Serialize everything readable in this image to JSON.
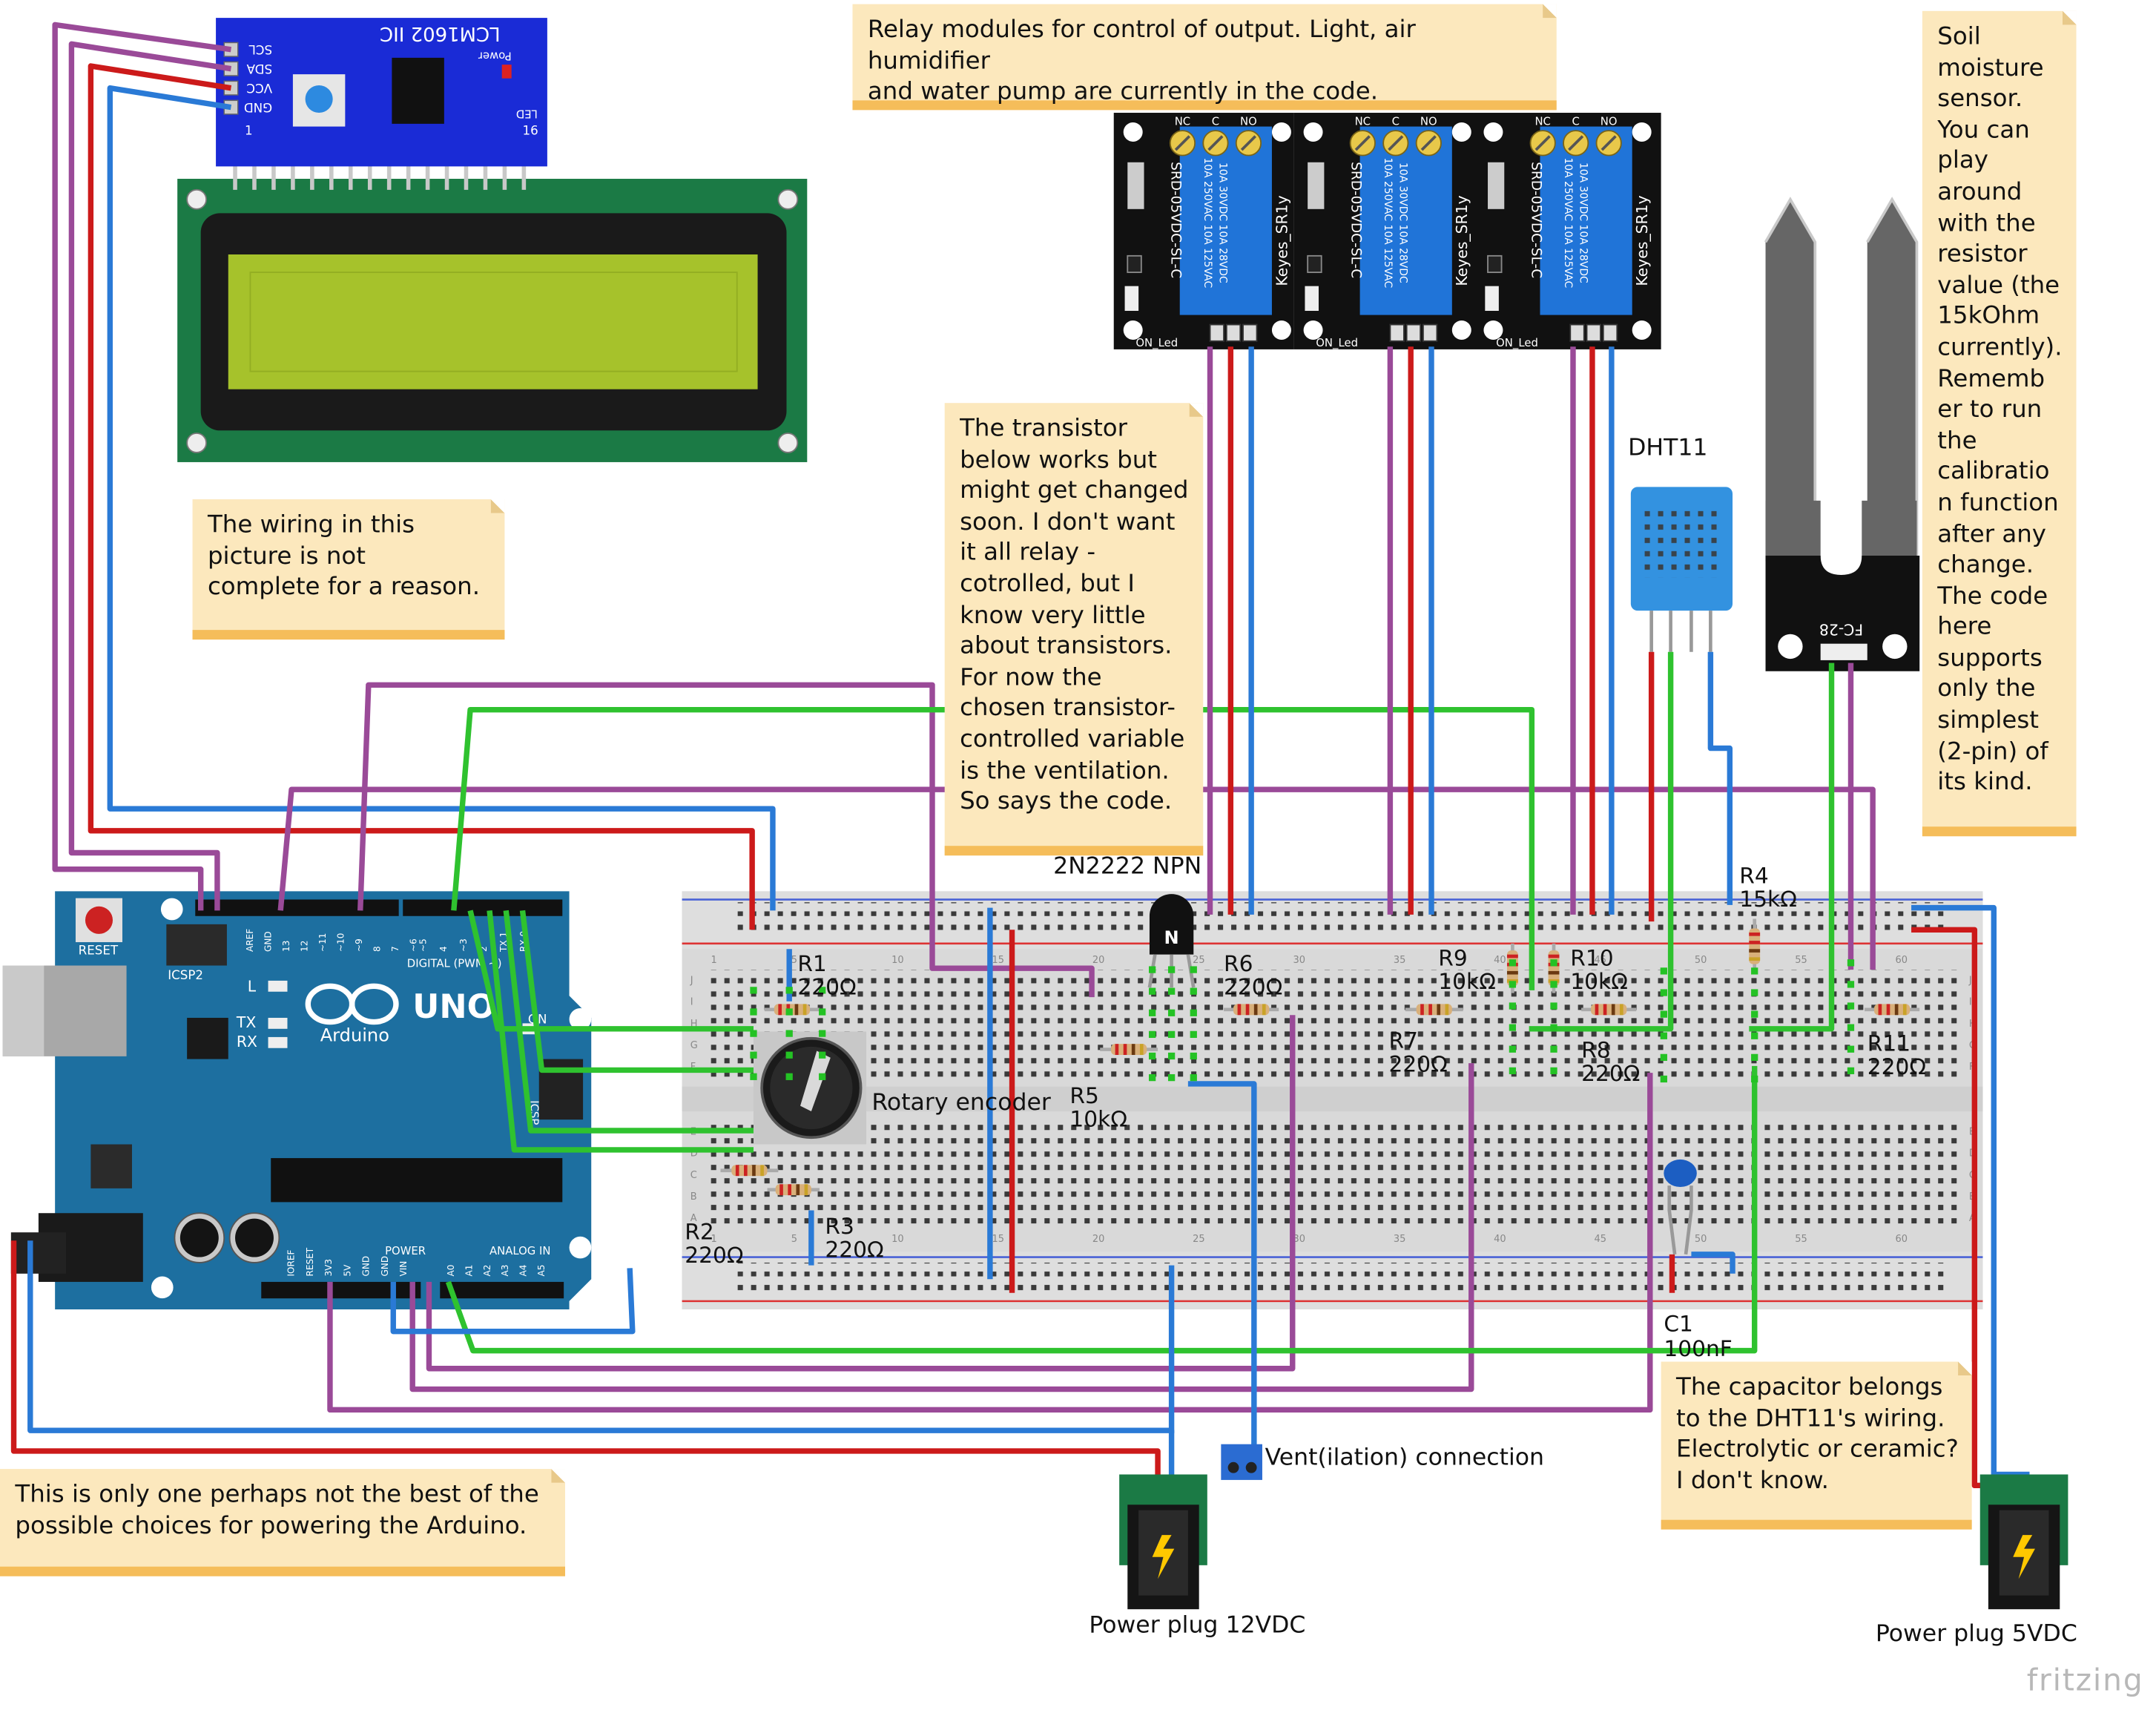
{
  "lcd_module": {
    "model": "LCM1602 IIC",
    "pins": [
      "SCL",
      "SDA",
      "VCC",
      "GND"
    ],
    "power_label": "Power",
    "led_label": "LED",
    "pin_numbers": [
      "1",
      "16"
    ]
  },
  "relays": [
    {
      "model": "SRD-05VDC-SL-C",
      "brand": "Keyes_SR1y",
      "ratings": [
        "10A 250VAC",
        "10A 125VAC",
        "10A 30VDC",
        "10A 28VDC"
      ],
      "terminals": [
        "NC",
        "C",
        "NO"
      ],
      "bottom": "ON_Led"
    },
    {
      "model": "SRD-05VDC-SL-C",
      "brand": "Keyes_SR1y",
      "ratings": [
        "10A 250VAC",
        "10A 125VAC",
        "10A 30VDC",
        "10A 28VDC"
      ],
      "terminals": [
        "NC",
        "C",
        "NO"
      ],
      "bottom": "ON_Led"
    },
    {
      "model": "SRD-05VDC-SL-C",
      "brand": "Keyes_SR1y",
      "ratings": [
        "10A 250VAC",
        "10A 125VAC",
        "10A 30VDC",
        "10A 28VDC"
      ],
      "terminals": [
        "NC",
        "C",
        "NO"
      ],
      "bottom": "ON_Led"
    }
  ],
  "notes": {
    "relay": "Relay modules for control of output. Light, air humidifier\nand water pump are currently in the code.",
    "soil": "Soil\nmoisture\nsensor.\nYou can\nplay\naround\nwith the\nresistor\nvalue (the\n15kOhm\ncurrently).\nRememb\ner to run\nthe\ncalibratio\nn function\nafter any\nchange.\nThe code\nhere\nsupports\nonly the\nsimplest\n(2-pin) of\nits kind.",
    "wiring": "The wiring in this\npicture is not\ncomplete for a reason.",
    "transistor": "The transistor\nbelow works but\nmight get changed\nsoon. I don't want\nit all relay -\ncotrolled, but I\nknow very little\nabout transistors.\nFor now the\nchosen transistor-\ncontrolled variable\nis the ventilation.\nSo says the code.",
    "capacitor": "The capacitor belongs\nto the DHT11's wiring.\nElectrolytic or ceramic?\nI don't know.",
    "power": "This is only one perhaps not the best of the\npossible choices for powering the Arduino."
  },
  "components": {
    "dht": "DHT11",
    "soil_sensor": "FC-28",
    "transistor": "2N2222 NPN",
    "transistor_mark": "N",
    "encoder": "Rotary encoder",
    "cap_name": "C1",
    "cap_value": "100nF",
    "vent": "Vent(ilation) connection",
    "plug12": "Power plug 12VDC",
    "plug5": "Power plug 5VDC"
  },
  "resistors": [
    {
      "name": "R1",
      "value": "220Ω"
    },
    {
      "name": "R2",
      "value": "220Ω"
    },
    {
      "name": "R3",
      "value": "220Ω"
    },
    {
      "name": "R4",
      "value": "15kΩ"
    },
    {
      "name": "R5",
      "value": "10kΩ"
    },
    {
      "name": "R6",
      "value": "220Ω"
    },
    {
      "name": "R7",
      "value": "220Ω"
    },
    {
      "name": "R8",
      "value": "220Ω"
    },
    {
      "name": "R9",
      "value": "10kΩ"
    },
    {
      "name": "R10",
      "value": "10kΩ"
    },
    {
      "name": "R11",
      "value": "220Ω"
    }
  ],
  "arduino": {
    "brand": "Arduino",
    "model": "UNO",
    "reset": "RESET",
    "icsp2": "ICSP2",
    "icsp": "ICSP",
    "l": "L",
    "tx": "TX",
    "rx": "RX",
    "on": "ON",
    "digital": "DIGITAL (PWM ~)",
    "power": "POWER",
    "analog": "ANALOG IN",
    "top_pins": [
      "AREF",
      "GND",
      "13",
      "12",
      "~11",
      "~10",
      "~9",
      "8",
      "7",
      "~6",
      "~5",
      "4",
      "~3",
      "2",
      "TX 1",
      "RX 0"
    ],
    "bottom_pins": [
      "IOREF",
      "RESET",
      "3V3",
      "5V",
      "GND",
      "GND",
      "VIN",
      "A0",
      "A1",
      "A2",
      "A3",
      "A4",
      "A5"
    ]
  },
  "breadboard": {
    "row_letters": [
      "J",
      "I",
      "H",
      "G",
      "F",
      "E",
      "D",
      "C",
      "B",
      "A"
    ],
    "col_numbers": [
      "1",
      "5",
      "10",
      "15",
      "20",
      "25",
      "30",
      "35",
      "40",
      "45",
      "50",
      "55",
      "60"
    ]
  },
  "brand": "fritzing",
  "wire_colors": {
    "purple": "#9a4a98",
    "red": "#cc1a1a",
    "blue": "#2a7ad6",
    "green": "#2fc22f",
    "board": "#1d6fa0",
    "relay_blue": "#1e73d6"
  }
}
